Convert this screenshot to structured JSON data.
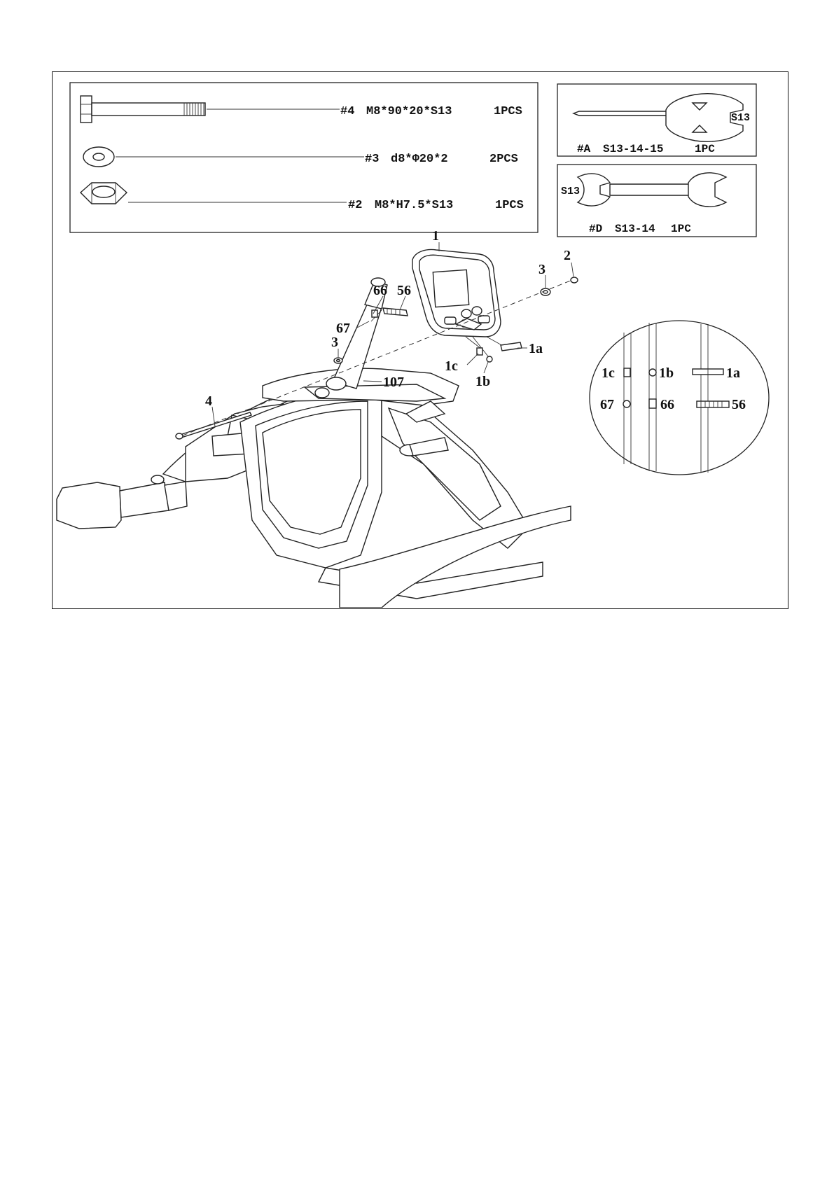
{
  "hardware_box": {
    "items": [
      {
        "id": "#4",
        "spec": "M8*90*20*S13",
        "qty": "1PCS",
        "icon": "hex-bolt-icon"
      },
      {
        "id": "#3",
        "spec": "d8*Φ20*2",
        "qty": "2PCS",
        "icon": "washer-icon"
      },
      {
        "id": "#2",
        "spec": "M8*H7.5*S13",
        "qty": "1PCS",
        "icon": "hex-nut-icon"
      }
    ]
  },
  "tools": [
    {
      "id": "#A",
      "spec": "S13-14-15",
      "qty": "1PC",
      "mark": "S13",
      "icon": "multi-wrench-screwdriver-icon"
    },
    {
      "id": "#D",
      "spec": "S13-14",
      "qty": "1PC",
      "mark": "S13",
      "icon": "open-end-wrench-icon"
    }
  ],
  "callouts": {
    "console": "1",
    "nut": "2",
    "washer_right": "3",
    "washer_left": "3",
    "bolt": "4",
    "cable_67": "67",
    "cable_66": "66",
    "cable_56": "56",
    "wire_1c": "1c",
    "wire_1b": "1b",
    "wire_1a": "1a",
    "mast": "107"
  },
  "detail": {
    "top": [
      "1c",
      "1b",
      "1a"
    ],
    "bottom": [
      "67",
      "66",
      "56"
    ]
  }
}
